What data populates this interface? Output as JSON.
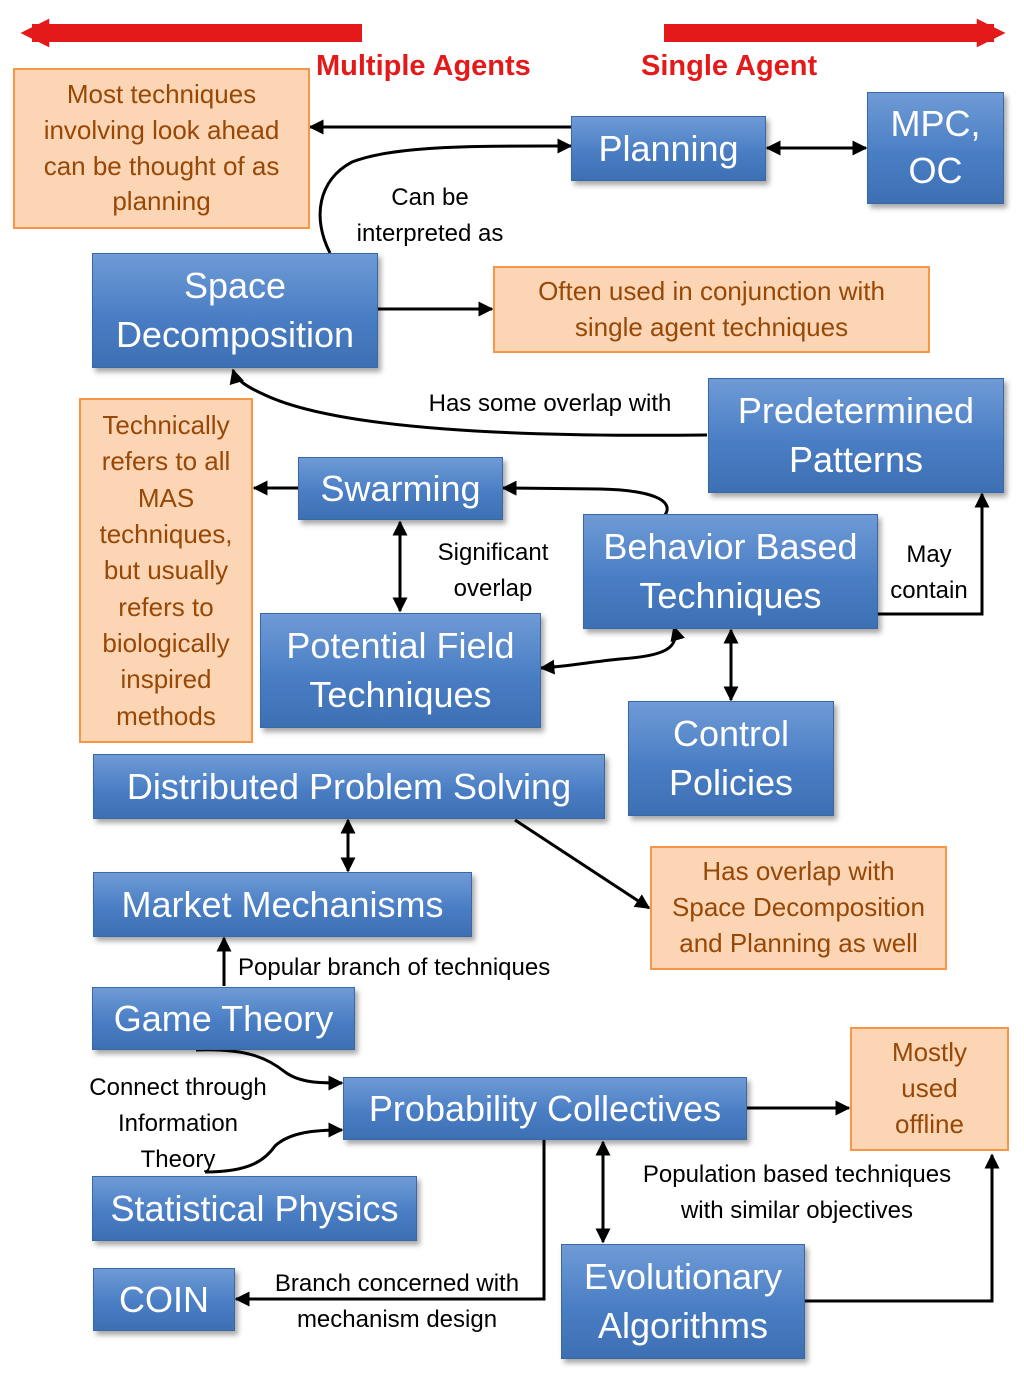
{
  "header": {
    "multiple_agents": "Multiple Agents",
    "single_agent": "Single Agent",
    "accent_color": "#e41a1a"
  },
  "nodes": {
    "planning": "Planning",
    "mpc_oc": "MPC,\nOC",
    "space_decomposition": "Space\nDecomposition",
    "predetermined_patterns": "Predetermined\nPatterns",
    "swarming": "Swarming",
    "behavior_based": "Behavior Based\nTechniques",
    "potential_field": "Potential Field\nTechniques",
    "control_policies": "Control\nPolicies",
    "distributed_problem_solving": "Distributed Problem Solving",
    "market_mechanisms": "Market Mechanisms",
    "game_theory": "Game Theory",
    "probability_collectives": "Probability Collectives",
    "statistical_physics": "Statistical Physics",
    "coin": "COIN",
    "evolutionary_algorithms": "Evolutionary\nAlgorithms"
  },
  "notes": {
    "planning_note": "Most techniques\ninvolving look ahead\ncan be thought of as\nplanning",
    "space_note": "Often used in conjunction with\nsingle agent techniques",
    "swarming_note": "Technically\nrefers to all\nMAS\ntechniques,\nbut usually\nrefers to\nbiologically\ninspired\nmethods",
    "dps_note": "Has overlap with\nSpace Decomposition\nand Planning as well",
    "pc_note": "Mostly\nused\noffline"
  },
  "labels": {
    "can_be_interpreted": "Can be\ninterpreted  as",
    "has_some_overlap": "Has some overlap with",
    "significant_overlap": "Significant\noverlap",
    "may_contain": "May\ncontain",
    "popular_branch": "Popular branch of techniques",
    "connect_through": "Connect through\nInformation\nTheory",
    "population_based": "Population based techniques\nwith similar objectives",
    "branch_mechanism": "Branch concerned with\nmechanism design"
  },
  "colors": {
    "node_fill": "#4f81bd",
    "note_fill": "#fcd5b5",
    "note_border": "#f79646",
    "note_text": "#974806"
  }
}
